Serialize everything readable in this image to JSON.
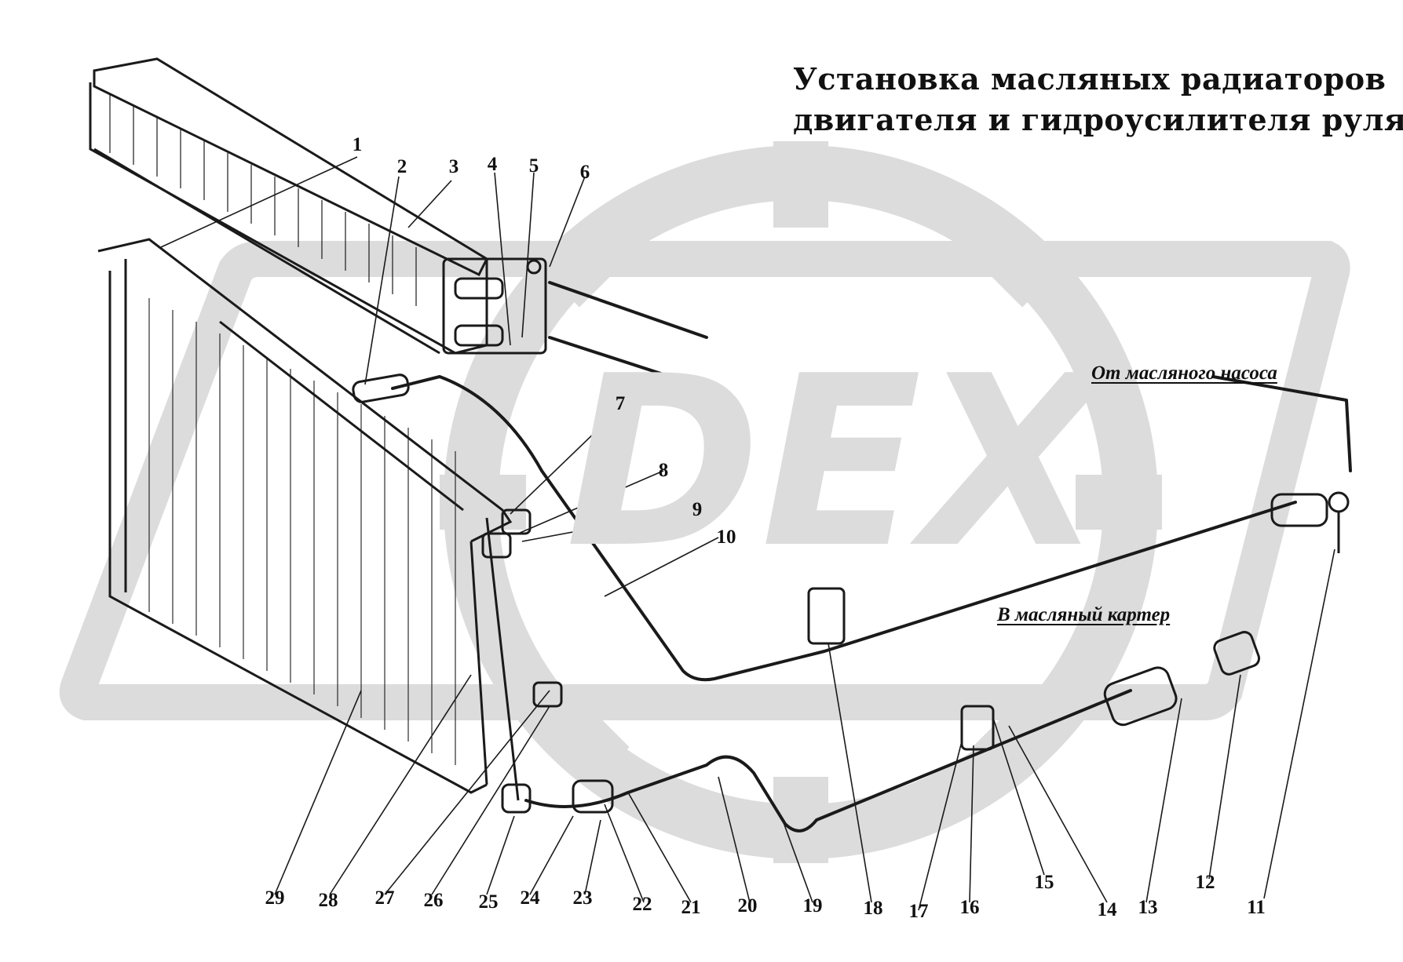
{
  "title": {
    "line1": "Установка масляных радиаторов",
    "line2": "двигателя и гидроусилителя руля"
  },
  "flow_labels": {
    "from_pump": "От масляного насоса",
    "to_crankcase": "В масляный картер"
  },
  "watermark": {
    "text": "DEX"
  },
  "callouts": [
    "1",
    "2",
    "3",
    "4",
    "5",
    "6",
    "7",
    "8",
    "9",
    "10",
    "11",
    "12",
    "13",
    "14",
    "15",
    "16",
    "17",
    "18",
    "19",
    "20",
    "21",
    "22",
    "23",
    "24",
    "25",
    "26",
    "27",
    "28",
    "29"
  ],
  "colors": {
    "line": "#1a1a1a",
    "watermark": "#d9d9d9",
    "background": "#ffffff"
  }
}
